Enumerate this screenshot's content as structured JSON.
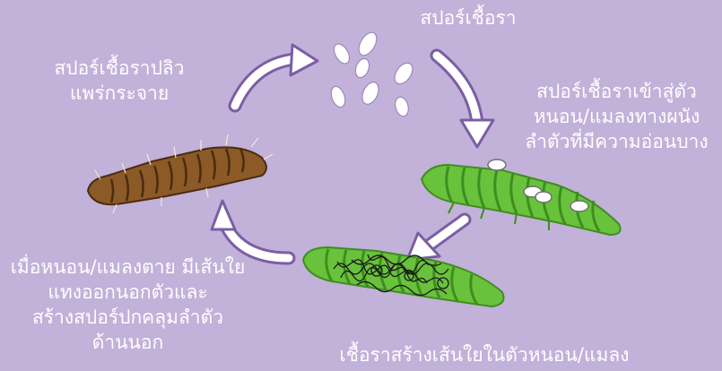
{
  "stages": {
    "spores": {
      "lines": [
        "สปอร์เชื้อรา"
      ]
    },
    "enter_host": {
      "lines": [
        "สปอร์เชื้อราเข้าสู่ตัว",
        "หนอน/แมลงทางผนัง",
        "ลำตัวที่มีความอ่อนบาง"
      ]
    },
    "fungal_growth": {
      "lines": [
        "เชื้อราสร้างเส้นใยในตัวหนอน/แมลง"
      ]
    },
    "host_death": {
      "lines": [
        "เมื่อหนอน/แมลงตาย มีเส้นใย",
        "แทงออกนอกตัวและ",
        "สร้างสปอร์ปกคลุมลำตัว",
        "ด้านนอก"
      ]
    },
    "spore_release": {
      "lines": [
        "สปอร์เชื้อราปลิว",
        "แพร่กระจาย"
      ]
    }
  },
  "colors": {
    "background": "#c2b1d9",
    "arrow_fill": "#ffffff",
    "arrow_outline": "#7a5ea5",
    "caterpillar_green": "#69c23b",
    "caterpillar_dark_green": "#3e8e1f",
    "caterpillar_brown": "#8b5a26",
    "caterpillar_dark_brown": "#4a2c10",
    "spore": "#ffffff",
    "mycelium": "#1a1a1a"
  },
  "icons": [
    "spore-cluster",
    "caterpillar-green-icon",
    "caterpillar-infected-icon",
    "caterpillar-mummified-icon",
    "cycle-arrow-icon"
  ]
}
